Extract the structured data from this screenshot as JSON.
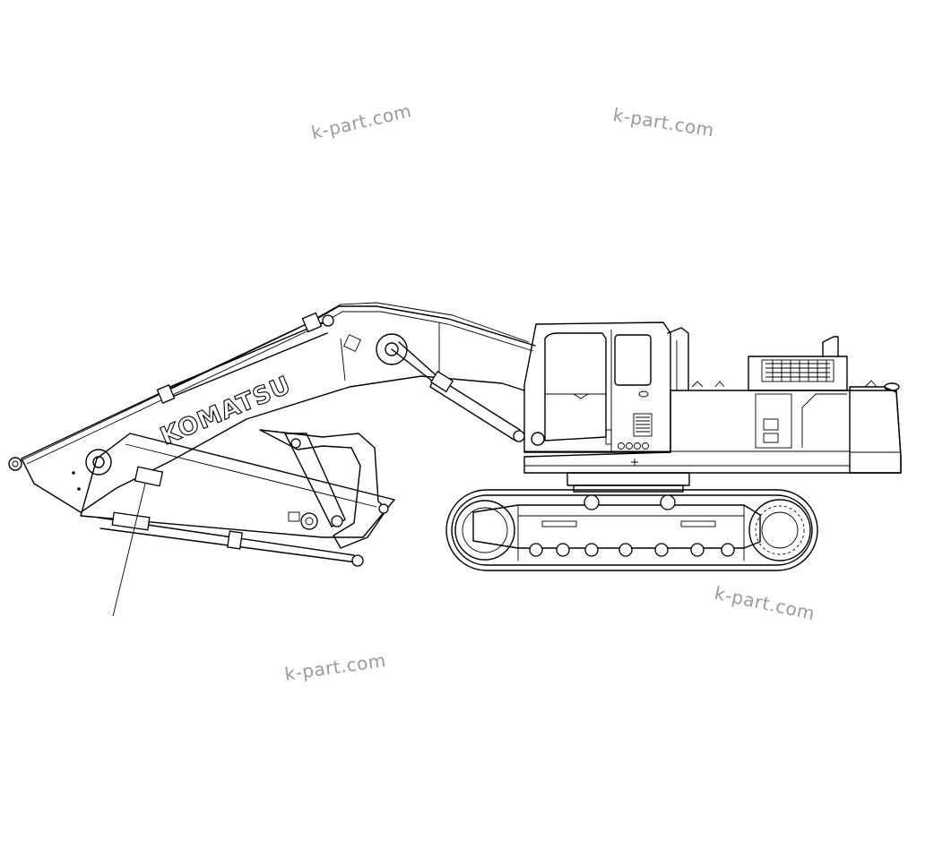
{
  "brand": {
    "name": "KOMATSU"
  },
  "watermarks": [
    {
      "text": "k-part.com"
    },
    {
      "text": "k-part.com"
    },
    {
      "text": "k-part.com"
    },
    {
      "text": "k-part.com"
    }
  ],
  "colors": {
    "line": "#000000",
    "background": "#ffffff",
    "watermark": "#9a9a9a"
  }
}
